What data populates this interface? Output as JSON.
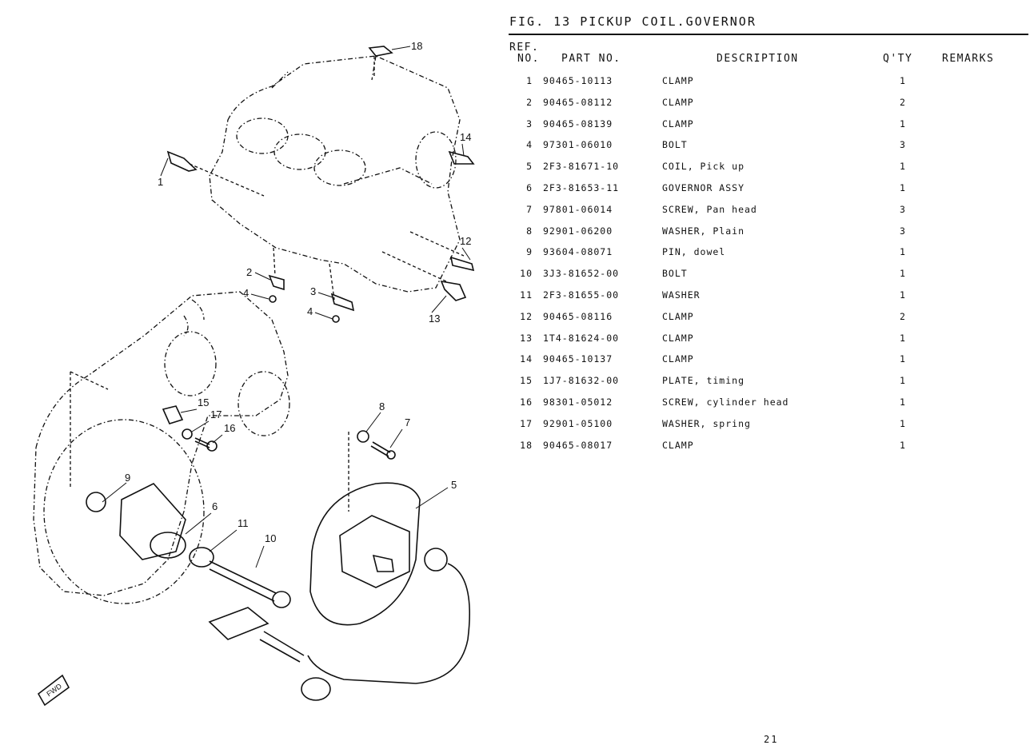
{
  "figure": {
    "title": "FIG. 13  PICKUP COIL.GOVERNOR"
  },
  "table": {
    "headers": {
      "ref_line1": "REF.",
      "ref_line2": "NO.",
      "part_no": "PART NO.",
      "description": "DESCRIPTION",
      "qty": "Q'TY",
      "remarks": "REMARKS"
    },
    "rows": [
      {
        "ref": "1",
        "part_no": "90465-10113",
        "description": "CLAMP",
        "qty": "1",
        "remarks": ""
      },
      {
        "ref": "2",
        "part_no": "90465-08112",
        "description": "CLAMP",
        "qty": "2",
        "remarks": ""
      },
      {
        "ref": "3",
        "part_no": "90465-08139",
        "description": "CLAMP",
        "qty": "1",
        "remarks": ""
      },
      {
        "ref": "4",
        "part_no": "97301-06010",
        "description": "BOLT",
        "qty": "3",
        "remarks": ""
      },
      {
        "ref": "5",
        "part_no": "2F3-81671-10",
        "description": "COIL, Pick up",
        "qty": "1",
        "remarks": ""
      },
      {
        "ref": "6",
        "part_no": "2F3-81653-11",
        "description": "GOVERNOR ASSY",
        "qty": "1",
        "remarks": ""
      },
      {
        "ref": "7",
        "part_no": "97801-06014",
        "description": "SCREW, Pan head",
        "qty": "3",
        "remarks": ""
      },
      {
        "ref": "8",
        "part_no": "92901-06200",
        "description": "WASHER, Plain",
        "qty": "3",
        "remarks": ""
      },
      {
        "ref": "9",
        "part_no": "93604-08071",
        "description": "PIN, dowel",
        "qty": "1",
        "remarks": ""
      },
      {
        "ref": "10",
        "part_no": "3J3-81652-00",
        "description": "BOLT",
        "qty": "1",
        "remarks": ""
      },
      {
        "ref": "11",
        "part_no": "2F3-81655-00",
        "description": "WASHER",
        "qty": "1",
        "remarks": ""
      },
      {
        "ref": "12",
        "part_no": "90465-08116",
        "description": "CLAMP",
        "qty": "2",
        "remarks": ""
      },
      {
        "ref": "13",
        "part_no": "1T4-81624-00",
        "description": "CLAMP",
        "qty": "1",
        "remarks": ""
      },
      {
        "ref": "14",
        "part_no": "90465-10137",
        "description": "CLAMP",
        "qty": "1",
        "remarks": ""
      },
      {
        "ref": "15",
        "part_no": "1J7-81632-00",
        "description": "PLATE, timing",
        "qty": "1",
        "remarks": ""
      },
      {
        "ref": "16",
        "part_no": "98301-05012",
        "description": "SCREW, cylinder head",
        "qty": "1",
        "remarks": ""
      },
      {
        "ref": "17",
        "part_no": "92901-05100",
        "description": "WASHER, spring",
        "qty": "1",
        "remarks": ""
      },
      {
        "ref": "18",
        "part_no": "90465-08017",
        "description": "CLAMP",
        "qty": "1",
        "remarks": ""
      }
    ]
  },
  "diagram": {
    "callouts": [
      "1",
      "2",
      "3",
      "4",
      "4",
      "5",
      "6",
      "7",
      "8",
      "9",
      "10",
      "11",
      "12",
      "13",
      "14",
      "15",
      "16",
      "17",
      "18"
    ],
    "fwd_mark": "FWD"
  },
  "page_number": "21"
}
